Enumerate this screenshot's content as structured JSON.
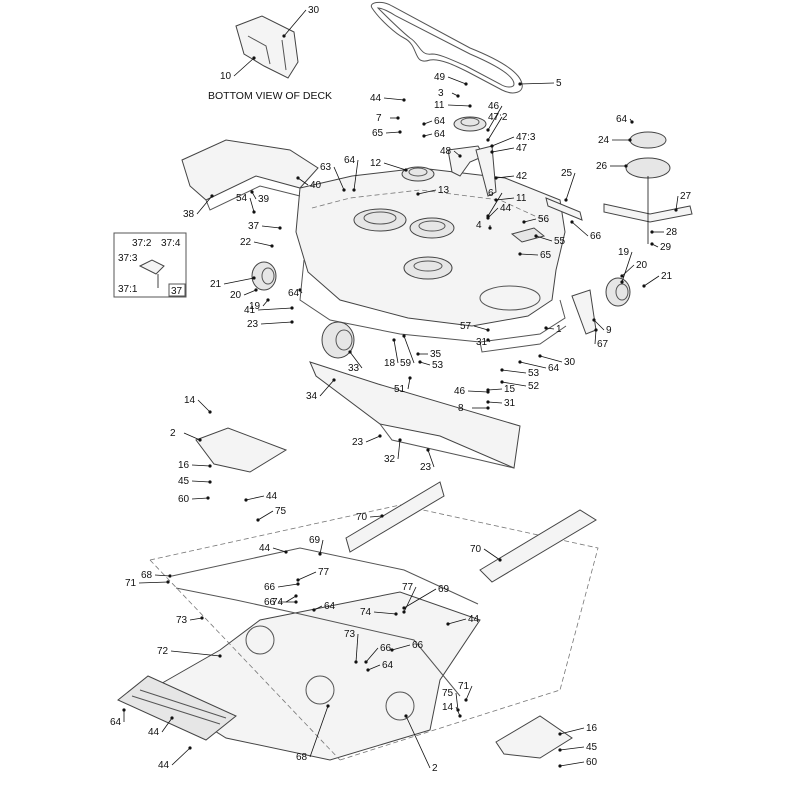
{
  "diagram": {
    "caption": "BOTTOM VIEW OF DECK",
    "inset_labels": [
      "37:2",
      "37:4",
      "37:3",
      "37:1",
      "37"
    ],
    "callouts": [
      "30",
      "10",
      "49",
      "5",
      "3",
      "44",
      "11",
      "7",
      "65",
      "64",
      "46",
      "47:2",
      "47:3",
      "47",
      "48",
      "42",
      "11",
      "64",
      "12",
      "63",
      "64",
      "13",
      "40",
      "38",
      "39",
      "54",
      "6",
      "44",
      "56",
      "4",
      "55",
      "65",
      "25",
      "66",
      "64",
      "24",
      "26",
      "27",
      "28",
      "29",
      "37",
      "22",
      "21",
      "20",
      "19",
      "64",
      "41",
      "23",
      "20",
      "21",
      "19",
      "9",
      "67",
      "1",
      "57",
      "30",
      "64",
      "53",
      "52",
      "31",
      "35",
      "53",
      "18",
      "59",
      "33",
      "34",
      "51",
      "46",
      "15",
      "8",
      "31",
      "23",
      "32",
      "23",
      "14",
      "2",
      "16",
      "45",
      "60",
      "44",
      "75",
      "70",
      "44",
      "69",
      "71",
      "68",
      "77",
      "66",
      "66",
      "74",
      "73",
      "64",
      "70",
      "69",
      "77",
      "74",
      "44",
      "66",
      "73",
      "66",
      "64",
      "72",
      "44",
      "64",
      "44",
      "68",
      "71",
      "75",
      "14",
      "2",
      "16",
      "45",
      "60"
    ]
  }
}
